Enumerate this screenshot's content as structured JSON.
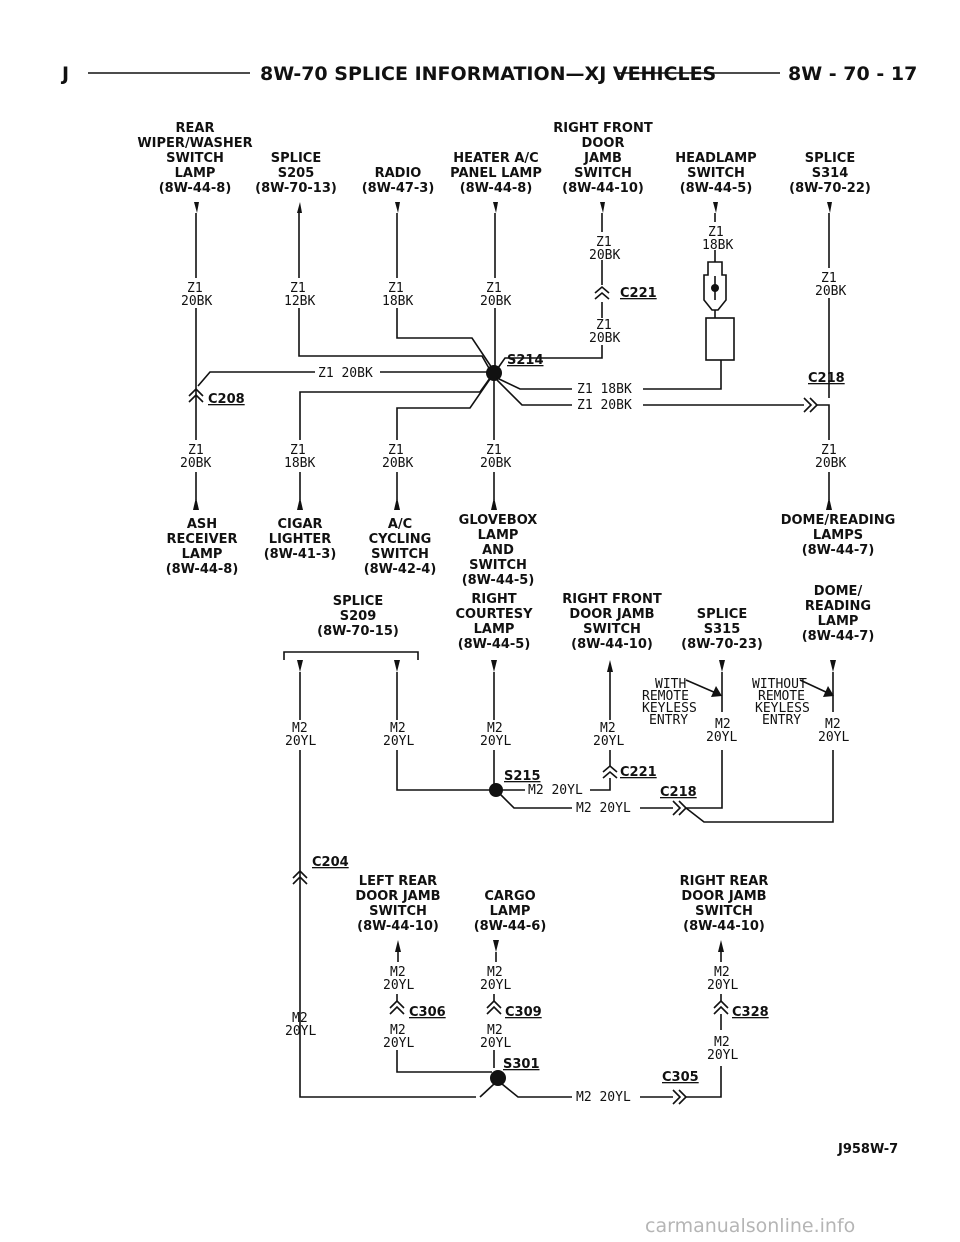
{
  "header": {
    "left": "J",
    "title": "8W-70 SPLICE INFORMATION—XJ VEHICLES",
    "right": "8W - 70 - 17"
  },
  "top": {
    "rear_wiper": [
      "REAR",
      "WIPER/WASHER",
      "SWITCH",
      "LAMP",
      "(8W-44-8)"
    ],
    "splice_s205": [
      "SPLICE",
      "S205",
      "(8W-70-13)"
    ],
    "radio": [
      "RADIO",
      "(8W-47-3)"
    ],
    "heater": [
      "HEATER A/C",
      "PANEL LAMP",
      "(8W-44-8)"
    ],
    "rf_door": [
      "RIGHT FRONT",
      "DOOR",
      "JAMB",
      "SWITCH",
      "(8W-44-10)"
    ],
    "headlamp": [
      "HEADLAMP",
      "SWITCH",
      "(8W-44-5)"
    ],
    "splice_s314": [
      "SPLICE",
      "S314",
      "(8W-70-22)"
    ]
  },
  "wires": {
    "z1": "Z1",
    "bk20": "20BK",
    "bk18": "18BK",
    "bk12": "12BK",
    "z1_20bk": "Z1 20BK",
    "z1_18bk": "Z1 18BK",
    "m2": "M2",
    "yl20": "20YL",
    "m2_20yl": "M2 20YL"
  },
  "conn": {
    "c221": "C221",
    "c208": "C208",
    "c218": "C218",
    "c204": "C204",
    "c306": "C306",
    "c309": "C309",
    "c328": "C328",
    "c305": "C305"
  },
  "splice_labels": {
    "s214": "S214",
    "s215": "S215",
    "s301": "S301"
  },
  "mid": {
    "ash": [
      "ASH",
      "RECEIVER",
      "LAMP",
      "(8W-44-8)"
    ],
    "cigar": [
      "CIGAR",
      "LIGHTER",
      "(8W-41-3)"
    ],
    "ac": [
      "A/C",
      "CYCLING",
      "SWITCH",
      "(8W-42-4)"
    ],
    "glove": [
      "GLOVEBOX",
      "LAMP",
      "AND",
      "SWITCH",
      "(8W-44-5)"
    ],
    "dome1": [
      "DOME/READING",
      "LAMPS",
      "(8W-44-7)"
    ]
  },
  "sec2": {
    "splice_s209": [
      "SPLICE",
      "S209",
      "(8W-70-15)"
    ],
    "courtesy": [
      "RIGHT",
      "COURTESY",
      "LAMP",
      "(8W-44-5)"
    ],
    "rf_door2": [
      "RIGHT FRONT",
      "DOOR JAMB",
      "SWITCH",
      "(8W-44-10)"
    ],
    "splice_s315": [
      "SPLICE",
      "S315",
      "(8W-70-23)"
    ],
    "dome2": [
      "DOME/",
      "READING",
      "LAMP",
      "(8W-44-7)"
    ],
    "with": [
      "WITH",
      "REMOTE",
      "KEYLESS",
      "ENTRY"
    ],
    "without": [
      "WITHOUT",
      "REMOTE",
      "KEYLESS",
      "ENTRY"
    ]
  },
  "sec3": {
    "left_rear": [
      "LEFT REAR",
      "DOOR JAMB",
      "SWITCH",
      "(8W-44-10)"
    ],
    "cargo": [
      "CARGO",
      "LAMP",
      "(8W-44-6)"
    ],
    "right_rear": [
      "RIGHT REAR",
      "DOOR JAMB",
      "SWITCH",
      "(8W-44-10)"
    ]
  },
  "figure_id": "J958W-7",
  "watermark": "carmanualsonline.info"
}
